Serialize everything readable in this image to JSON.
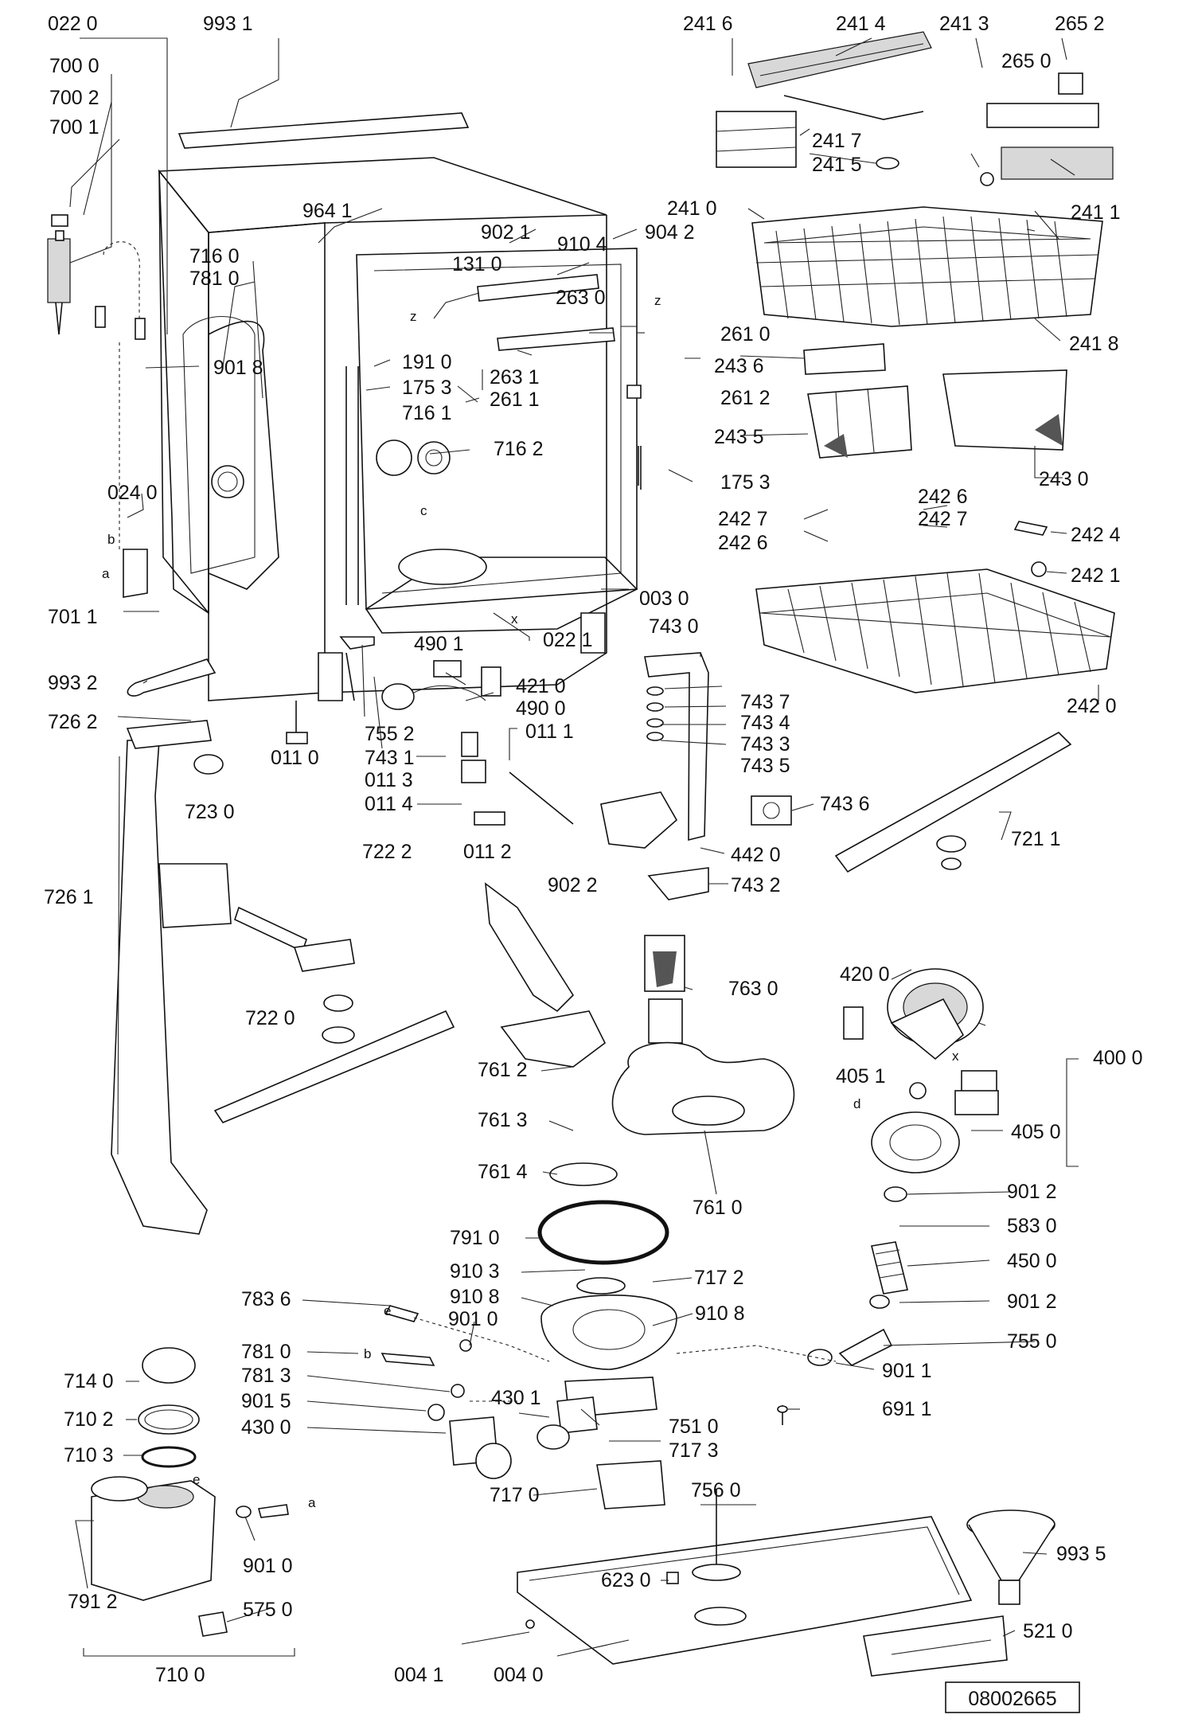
{
  "labels": {
    "022_0": "022 0",
    "993_1": "993 1",
    "700_0": "700 0",
    "700_2": "700 2",
    "700_1": "700 1",
    "964_1": "964 1",
    "902_1": "902 1",
    "904_2": "904 2",
    "910_4": "910 4",
    "131_0": "131 0",
    "263_0": "263 0",
    "716_0": "716 0",
    "781_0_top": "781 0",
    "901_8": "901 8",
    "191_0": "191 0",
    "175_3_a": "175 3",
    "263_1": "263 1",
    "261_1": "261 1",
    "261_0": "261 0",
    "261_2": "261 2",
    "716_1": "716 1",
    "716_2": "716 2",
    "175_3_b": "175 3",
    "024_0": "024 0",
    "701_1": "701 1",
    "003_0": "003 0",
    "022_1": "022 1",
    "490_1": "490 1",
    "421_0": "421 0",
    "490_0": "490 0",
    "993_2": "993 2",
    "726_2": "726 2",
    "011_0": "011 0",
    "755_2": "755 2",
    "743_1": "743 1",
    "011_1": "011 1",
    "011_3": "011 3",
    "011_4": "011 4",
    "011_2": "011 2",
    "902_2": "902 2",
    "723_0": "723 0",
    "722_2": "722 2",
    "726_1": "726 1",
    "722_0": "722 0",
    "241_6": "241 6",
    "241_4": "241 4",
    "241_3": "241 3",
    "265_2": "265 2",
    "265_0": "265 0",
    "241_7": "241 7",
    "241_5": "241 5",
    "241_0": "241 0",
    "241_1": "241 1",
    "241_8": "241 8",
    "243_6": "243 6",
    "243_5": "243 5",
    "243_0": "243 0",
    "242_6_a": "242 6",
    "242_7_a": "242 7",
    "242_7_b": "242 7",
    "242_6_b": "242 6",
    "242_4": "242 4",
    "242_1": "242 1",
    "242_0": "242 0",
    "743_0": "743 0",
    "743_7": "743 7",
    "743_4": "743 4",
    "743_3": "743 3",
    "743_5": "743 5",
    "743_6": "743 6",
    "442_0": "442 0",
    "743_2": "743 2",
    "721_1": "721 1",
    "763_0": "763 0",
    "761_2": "761 2",
    "761_3": "761 3",
    "761_4": "761 4",
    "761_0": "761 0",
    "420_0": "420 0",
    "400_0": "400 0",
    "405_1": "405 1",
    "405_0": "405 0",
    "791_0": "791 0",
    "901_2_a": "901 2",
    "583_0": "583 0",
    "450_0": "450 0",
    "910_3": "910 3",
    "717_2": "717 2",
    "910_8_a": "910 8",
    "910_8_b": "910 8",
    "901_2_b": "901 2",
    "783_6": "783 6",
    "901_0_a": "901 0",
    "755_0": "755 0",
    "781_0_b": "781 0",
    "781_3": "781 3",
    "901_1": "901 1",
    "714_0": "714 0",
    "710_2": "710 2",
    "901_5": "901 5",
    "430_1": "430 1",
    "430_0": "430 0",
    "751_0": "751 0",
    "691_1": "691 1",
    "710_3": "710 3",
    "717_3": "717 3",
    "717_0": "717 0",
    "756_0": "756 0",
    "901_0_b": "901 0",
    "791_2": "791 2",
    "623_0": "623 0",
    "993_5": "993 5",
    "575_0": "575 0",
    "710_0": "710 0",
    "521_0": "521 0",
    "004_1": "004 1",
    "004_0": "004 0"
  },
  "letters": {
    "b1": "b",
    "a1": "a",
    "z1": "z",
    "z2": "z",
    "c1": "c",
    "x1": "x",
    "x2": "x",
    "d1": "d",
    "e1": "e",
    "b2": "b",
    "e2": "e",
    "a2": "a"
  },
  "drawing_number": "08002665"
}
